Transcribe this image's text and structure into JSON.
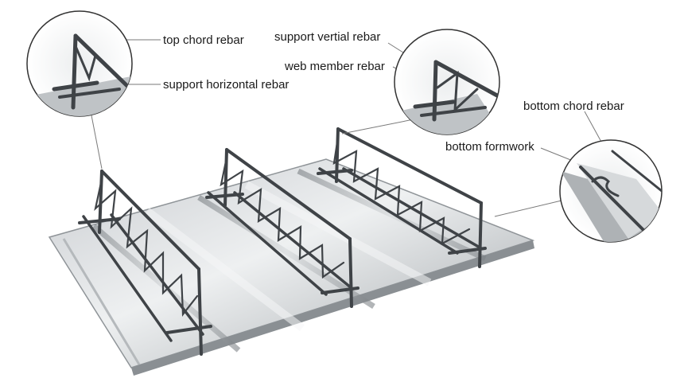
{
  "labels": {
    "top_chord": "top chord rebar",
    "support_horizontal": "support horizontal rebar",
    "support_vertical": "support vertial rebar",
    "web_member": "web member rebar",
    "bottom_chord": "bottom chord rebar",
    "bottom_formwork": "bottom formwork"
  },
  "colors": {
    "sheet_light": "#e4e6e8",
    "sheet_dark": "#8d9296",
    "rebar": "#3f4347",
    "callout_line": "#7a7a7a",
    "text": "#1a1a1a"
  }
}
